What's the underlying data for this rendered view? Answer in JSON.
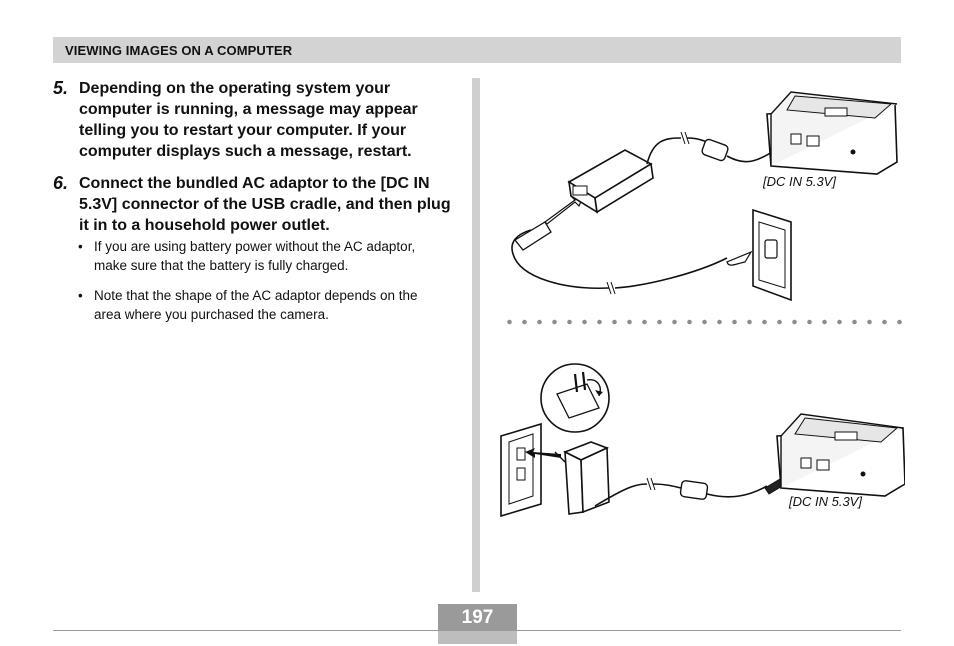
{
  "header": {
    "title": "VIEWING IMAGES ON A COMPUTER"
  },
  "steps": [
    {
      "number": "5.",
      "text": "Depending on the operating system your computer is running, a message may appear telling you to restart your computer. If your computer displays such a message, restart."
    },
    {
      "number": "6.",
      "text": "Connect the bundled AC adaptor to the [DC IN 5.3V] connector of the USB cradle, and then plug it in to a household power outlet."
    }
  ],
  "bullets": [
    "If you are using battery power without the AC adaptor, make sure that the battery is fully charged.",
    "Note that the shape of the AC adaptor depends on the area where you purchased the camera."
  ],
  "bullet_symbol": "•",
  "figures": {
    "top_label": "[DC IN 5.3V]",
    "bottom_label": "[DC IN 5.3V]"
  },
  "page_number": "197"
}
